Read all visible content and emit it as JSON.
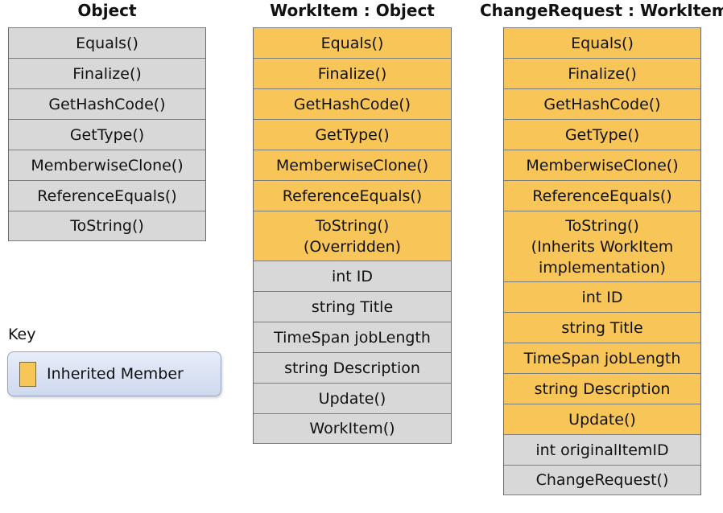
{
  "columns": {
    "object": {
      "title": "Object",
      "members": [
        {
          "label": "Equals()",
          "inherited": false
        },
        {
          "label": "Finalize()",
          "inherited": false
        },
        {
          "label": "GetHashCode()",
          "inherited": false
        },
        {
          "label": "GetType()",
          "inherited": false
        },
        {
          "label": "MemberwiseClone()",
          "inherited": false
        },
        {
          "label": "ReferenceEquals()",
          "inherited": false
        },
        {
          "label": "ToString()",
          "inherited": false
        }
      ]
    },
    "workitem": {
      "title": "WorkItem : Object",
      "members": [
        {
          "label": "Equals()",
          "inherited": true
        },
        {
          "label": "Finalize()",
          "inherited": true
        },
        {
          "label": "GetHashCode()",
          "inherited": true
        },
        {
          "label": "GetType()",
          "inherited": true
        },
        {
          "label": "MemberwiseClone()",
          "inherited": true
        },
        {
          "label": "ReferenceEquals()",
          "inherited": true
        },
        {
          "label": "ToString()\n(Overridden)",
          "inherited": true
        },
        {
          "label": "int ID",
          "inherited": false
        },
        {
          "label": "string Title",
          "inherited": false
        },
        {
          "label": "TimeSpan jobLength",
          "inherited": false
        },
        {
          "label": "string Description",
          "inherited": false
        },
        {
          "label": "Update()",
          "inherited": false
        },
        {
          "label": "WorkItem()",
          "inherited": false
        }
      ]
    },
    "changerequest": {
      "title": "ChangeRequest : WorkItem",
      "members": [
        {
          "label": "Equals()",
          "inherited": true
        },
        {
          "label": "Finalize()",
          "inherited": true
        },
        {
          "label": "GetHashCode()",
          "inherited": true
        },
        {
          "label": "GetType()",
          "inherited": true
        },
        {
          "label": "MemberwiseClone()",
          "inherited": true
        },
        {
          "label": "ReferenceEquals()",
          "inherited": true
        },
        {
          "label": "ToString()\n(Inherits WorkItem\nimplementation)",
          "inherited": true
        },
        {
          "label": "int ID",
          "inherited": true
        },
        {
          "label": "string Title",
          "inherited": true
        },
        {
          "label": "TimeSpan jobLength",
          "inherited": true
        },
        {
          "label": "string Description",
          "inherited": true
        },
        {
          "label": "Update()",
          "inherited": true
        },
        {
          "label": "int originalItemID",
          "inherited": false
        },
        {
          "label": "ChangeRequest()",
          "inherited": false
        }
      ]
    }
  },
  "key": {
    "label": "Key",
    "entry": "Inherited Member"
  },
  "colors": {
    "inherited": "#f8c558",
    "own": "#d8d8d8",
    "key_box": "#dbe3f4"
  }
}
